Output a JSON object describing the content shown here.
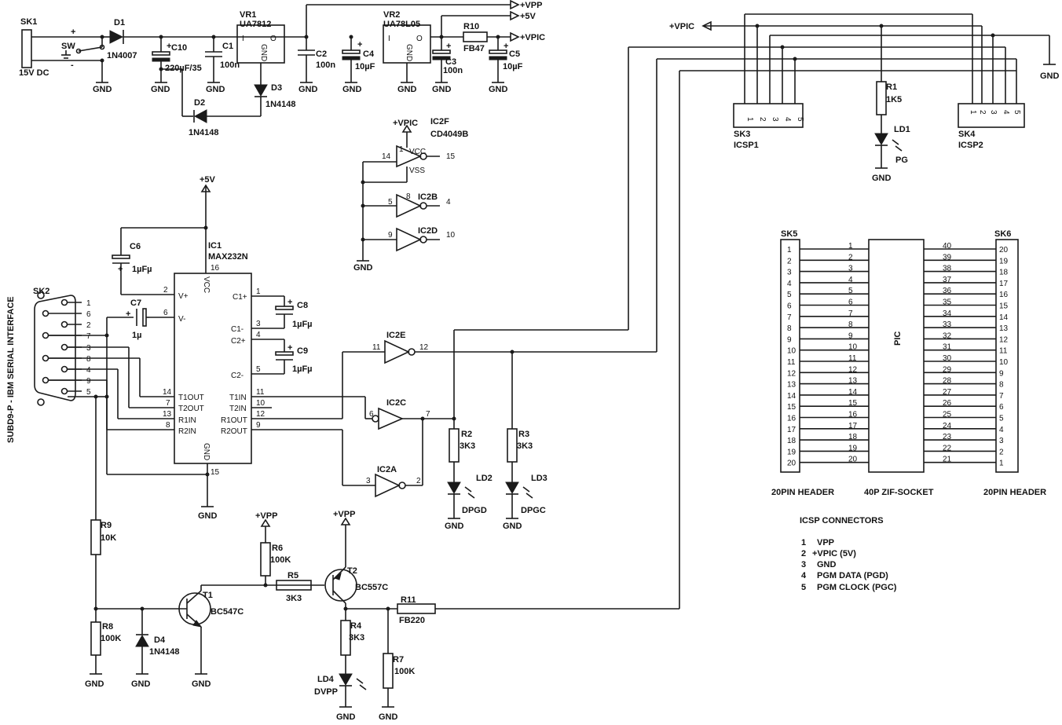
{
  "labels": {
    "sk1": "SK1",
    "sk1_v": "15V DC",
    "sw": "SW",
    "d1": "D1",
    "d1_v": "1N4007",
    "c10": "C10",
    "c10_v": "220µF/35",
    "c1": "C1",
    "c1_v": "100n",
    "vr1": "VR1",
    "vr1_v": "UA7812",
    "d2": "D2",
    "d2_v": "1N4148",
    "d3": "D3",
    "d3_v": "1N4148",
    "c2": "C2",
    "c2_v": "100n",
    "c4": "C4",
    "c4_v": "10µF",
    "vr2": "VR2",
    "vr2_v": "UA78L05",
    "c3": "C3",
    "c3_v": "100n",
    "r10": "R10",
    "r10_v": "FB47",
    "c5": "C5",
    "c5_v": "10µF",
    "vpp": "+VPP",
    "v5": "+5V",
    "vpic": "+VPIC",
    "gnd": "GND",
    "ic2f": "IC2F",
    "ic2f_v": "CD4049B",
    "vcc": "VCC",
    "vss": "VSS",
    "ic2b": "IC2B",
    "ic2d": "IC2D",
    "ic2e": "IC2E",
    "ic2c": "IC2C",
    "ic2a": "IC2A",
    "ic1": "IC1",
    "ic1_v": "MAX232N",
    "c6": "C6",
    "c6_v": "1µFµ",
    "c7": "C7",
    "c7_v": "1µ",
    "c8": "C8",
    "c8_v": "1µFµ",
    "c9": "C9",
    "c9_v": "1µFµ",
    "sk2": "SK2",
    "sk2_side": "SUBD9-P - IBM SERIAL INTERFACE",
    "r2": "R2",
    "r2_v": "3K3",
    "r3": "R3",
    "r3_v": "3K3",
    "ld2": "LD2",
    "ld2_v": "DPGD",
    "ld3": "LD3",
    "ld3_v": "DPGC",
    "r9": "R9",
    "r9_v": "10K",
    "r8": "R8",
    "r8_v": "100K",
    "d4": "D4",
    "d4_v": "1N4148",
    "t1": "T1",
    "t1_v": "BC547C",
    "r6": "R6",
    "r6_v": "100K",
    "r5": "R5",
    "r5_v": "3K3",
    "t2": "T2",
    "t2_v": "BC557C",
    "r11": "R11",
    "r11_v": "FB220",
    "r4": "R4",
    "r4_v": "3K3",
    "r7": "R7",
    "r7_v": "100K",
    "ld4": "LD4",
    "ld4_v": "DVPP",
    "sk3": "SK3",
    "sk3_v": "ICSP1",
    "sk4": "SK4",
    "sk4_v": "ICSP2",
    "r1": "R1",
    "r1_v": "1K5",
    "ld1": "LD1",
    "ld1_v": "PG",
    "sk5": "SK5",
    "sk6": "SK6",
    "pic": "PIC",
    "hdr_left": "20PIN HEADER",
    "zif": "40P ZIF-SOCKET",
    "hdr_right": "20PIN HEADER"
  },
  "max232": {
    "left_pins": [
      {
        "num": "2",
        "name": "V+"
      },
      {
        "num": "6",
        "name": "V-"
      },
      {
        "num": "14",
        "name": "T1OUT"
      },
      {
        "num": "7",
        "name": "T2OUT"
      },
      {
        "num": "13",
        "name": "R1IN"
      },
      {
        "num": "8",
        "name": "R2IN"
      }
    ],
    "right_pins": [
      {
        "num": "1",
        "name": "C1+"
      },
      {
        "num": "3",
        "name": "C1-"
      },
      {
        "num": "4",
        "name": "C2+"
      },
      {
        "num": "5",
        "name": "C2-"
      },
      {
        "num": "11",
        "name": "T1IN"
      },
      {
        "num": "10",
        "name": "T2IN"
      },
      {
        "num": "12",
        "name": "R1OUT"
      },
      {
        "num": "9",
        "name": "R2OUT"
      }
    ],
    "vcc_pin": "16",
    "gnd_pin": "15"
  },
  "gate_pins": {
    "f_in": "14",
    "f_out": "15",
    "f_vcc": "1",
    "f_vss": "8",
    "b_in": "5",
    "b_out": "4",
    "d_in": "9",
    "d_out": "10",
    "e_in": "11",
    "e_out": "12",
    "c_in": "6",
    "c_out": "7",
    "a_in": "3",
    "a_out": "2"
  },
  "sk2_pins": [
    "1",
    "6",
    "2",
    "7",
    "3",
    "8",
    "4",
    "9",
    "5"
  ],
  "icsp_pins": [
    "1",
    "2",
    "3",
    "4",
    "5"
  ],
  "sk5_pins": [
    "1",
    "2",
    "3",
    "4",
    "5",
    "6",
    "7",
    "8",
    "9",
    "10",
    "11",
    "12",
    "13",
    "14",
    "15",
    "16",
    "17",
    "18",
    "19",
    "20"
  ],
  "sk6_pins": [
    "20",
    "19",
    "18",
    "17",
    "16",
    "15",
    "14",
    "13",
    "12",
    "11",
    "10",
    "9",
    "8",
    "7",
    "6",
    "5",
    "4",
    "3",
    "2",
    "1"
  ],
  "zif_left_pins": [
    "1",
    "2",
    "3",
    "4",
    "5",
    "6",
    "7",
    "8",
    "9",
    "10",
    "11",
    "12",
    "13",
    "14",
    "15",
    "16",
    "17",
    "18",
    "19",
    "20"
  ],
  "zif_right_pins": [
    "40",
    "39",
    "38",
    "37",
    "36",
    "35",
    "34",
    "33",
    "32",
    "31",
    "30",
    "29",
    "28",
    "27",
    "26",
    "25",
    "24",
    "23",
    "22",
    "21"
  ],
  "legend": {
    "title": "ICSP CONNECTORS",
    "items": [
      {
        "num": "1",
        "text": "VPP"
      },
      {
        "num": "2",
        "text": "+VPIC  (5V)"
      },
      {
        "num": "3",
        "text": "GND"
      },
      {
        "num": "4",
        "text": "PGM DATA   (PGD)"
      },
      {
        "num": "5",
        "text": "PGM CLOCK (PGC)"
      }
    ]
  },
  "misc": {
    "plus": "+",
    "minus": "-",
    "pin_i": "I",
    "pin_o": "O"
  }
}
